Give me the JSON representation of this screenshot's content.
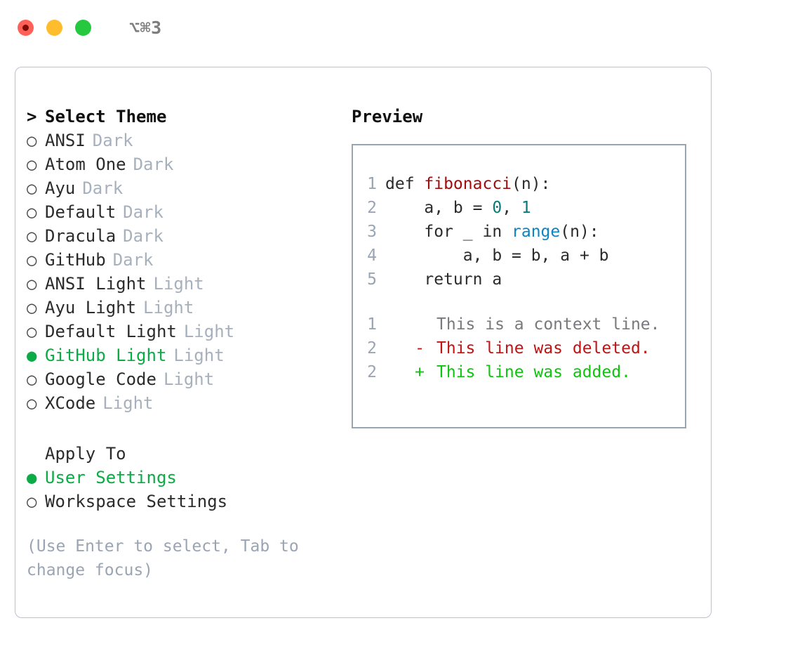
{
  "titlebar": {
    "shortcut": "⌥⌘3",
    "buttons": [
      {
        "name": "close",
        "color": "#fe6158"
      },
      {
        "name": "minimize",
        "color": "#ffbd2e"
      },
      {
        "name": "zoom",
        "color": "#26c83f"
      }
    ]
  },
  "theme_picker": {
    "header": "Select Theme",
    "header_marker": ">",
    "marker_selected": "●",
    "marker_unselected": "○",
    "items": [
      {
        "label": "ANSI",
        "tag": "Dark",
        "selected": false
      },
      {
        "label": "Atom One",
        "tag": "Dark",
        "selected": false
      },
      {
        "label": "Ayu",
        "tag": "Dark",
        "selected": false
      },
      {
        "label": "Default",
        "tag": "Dark",
        "selected": false
      },
      {
        "label": "Dracula",
        "tag": "Dark",
        "selected": false
      },
      {
        "label": "GitHub",
        "tag": "Dark",
        "selected": false
      },
      {
        "label": "ANSI Light",
        "tag": "Light",
        "selected": false
      },
      {
        "label": "Ayu Light",
        "tag": "Light",
        "selected": false
      },
      {
        "label": "Default Light",
        "tag": "Light",
        "selected": false
      },
      {
        "label": "GitHub Light",
        "tag": "Light",
        "selected": true
      },
      {
        "label": "Google Code",
        "tag": "Light",
        "selected": false
      },
      {
        "label": "XCode",
        "tag": "Light",
        "selected": false
      }
    ]
  },
  "apply_to": {
    "header": "Apply To",
    "options": [
      {
        "label": "User Settings",
        "selected": true
      },
      {
        "label": "Workspace Settings",
        "selected": false
      }
    ]
  },
  "hint": "(Use Enter to select, Tab to change focus)",
  "preview": {
    "title": "Preview",
    "code_lines": [
      {
        "no": "1",
        "tokens": [
          {
            "t": "def ",
            "c": "plain"
          },
          {
            "t": "fibonacci",
            "c": "fn"
          },
          {
            "t": "(n):",
            "c": "plain"
          }
        ]
      },
      {
        "no": "2",
        "tokens": [
          {
            "t": "    a, b = ",
            "c": "plain"
          },
          {
            "t": "0",
            "c": "num"
          },
          {
            "t": ", ",
            "c": "plain"
          },
          {
            "t": "1",
            "c": "num"
          }
        ]
      },
      {
        "no": "3",
        "tokens": [
          {
            "t": "    for _ in ",
            "c": "plain"
          },
          {
            "t": "range",
            "c": "call"
          },
          {
            "t": "(n):",
            "c": "plain"
          }
        ]
      },
      {
        "no": "4",
        "tokens": [
          {
            "t": "        a, b = b, a + b",
            "c": "plain"
          }
        ]
      },
      {
        "no": "5",
        "tokens": [
          {
            "t": "    return a",
            "c": "plain"
          }
        ]
      }
    ],
    "diff_lines": [
      {
        "no": "1",
        "sign": " ",
        "text": "This is a context line.",
        "kind": "context"
      },
      {
        "no": "2",
        "sign": "-",
        "text": "This line was deleted.",
        "kind": "deleted"
      },
      {
        "no": "2",
        "sign": "+",
        "text": "This line was added.",
        "kind": "added"
      }
    ]
  },
  "colors": {
    "accent_green": "#0bab45",
    "muted": "#a7b0bd",
    "hint": "#9aa4b3",
    "border": "#b9c2cf",
    "preview_border": "#9aa5b4",
    "syntax_function": "#a00d0d",
    "syntax_number": "#0b7a75",
    "syntax_call": "#0b84c4",
    "diff_context": "#77797c",
    "diff_deleted": "#c01313",
    "diff_added": "#0ec40e"
  }
}
